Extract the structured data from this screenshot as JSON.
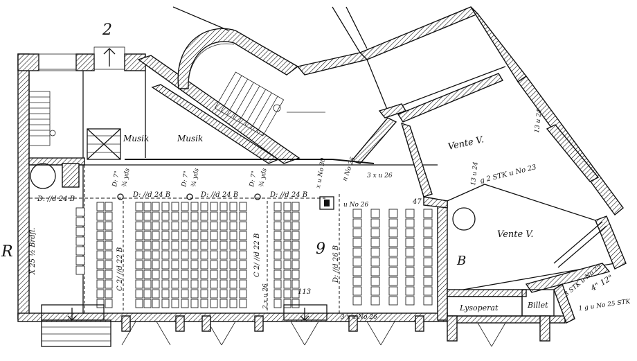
{
  "labels": {
    "room_music_1": "Musik",
    "room_music_2": "Musik",
    "room_venteV_top": "Vente V.",
    "room_venteV_mid": "Vente V.",
    "room_lysoperat": "Lysoperat",
    "room_billet": "Billet",
    "mark_room2": "2",
    "mark_roomR": "R",
    "mark_roomB": "B",
    "mark_room9": "9",
    "pipe_left": "D: //d 24 B",
    "pipe_1": "D: //d 24 B",
    "pipe_2": "D: //d 24 B",
    "pipe_3": "D: //d 24 B",
    "riser_1": "D: 7\"",
    "riser_1b": "¾ yds",
    "riser_2": "D: 7\"",
    "riser_2b": "¾ yds",
    "riser_3": "D: 7\"",
    "riser_3b": "¾ yds",
    "vert_pipe_1": "C 2/ //d 22 B",
    "vert_pipe_2": "C 2/ //d 22 B",
    "vert_pipe_3": "D: //d 26 B",
    "vert_pipe_left": "X 25 ½ Brdfl.",
    "branch_1": "2 x u 26",
    "branch_2": "x u No 30",
    "branch_3": "u No 26",
    "branch_4": "3 x u No 26",
    "branch_5": "n No 25",
    "branch_6": "3 x u 26",
    "pipe_venteV": "g 2 STK u No 23",
    "pipe_venteV_2": "13 u 24",
    "pipe_vert_right": "13 u 24",
    "right_pipe": "3 STK u No 25",
    "right_size": "4\" 12\"",
    "bottom_right": "1 g u No 25 STK",
    "mark_113": "113",
    "mark_47": "47"
  }
}
